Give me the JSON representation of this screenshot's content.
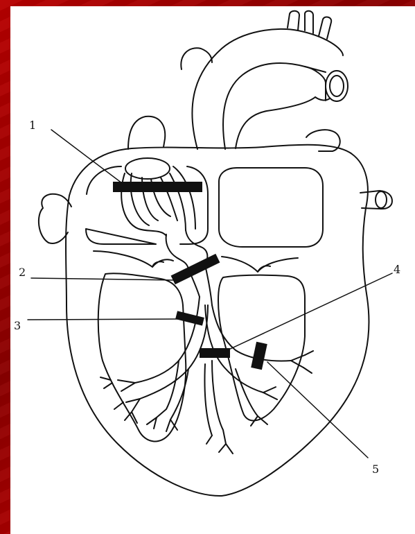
{
  "diagram": {
    "labels": [
      {
        "id": "1",
        "text": "1"
      },
      {
        "id": "2",
        "text": "2"
      },
      {
        "id": "3",
        "text": "3"
      },
      {
        "id": "4",
        "text": "4"
      },
      {
        "id": "5",
        "text": "5"
      }
    ]
  },
  "colors": {
    "background": "#a00000",
    "paper": "#ffffff",
    "ink": "#111111"
  }
}
